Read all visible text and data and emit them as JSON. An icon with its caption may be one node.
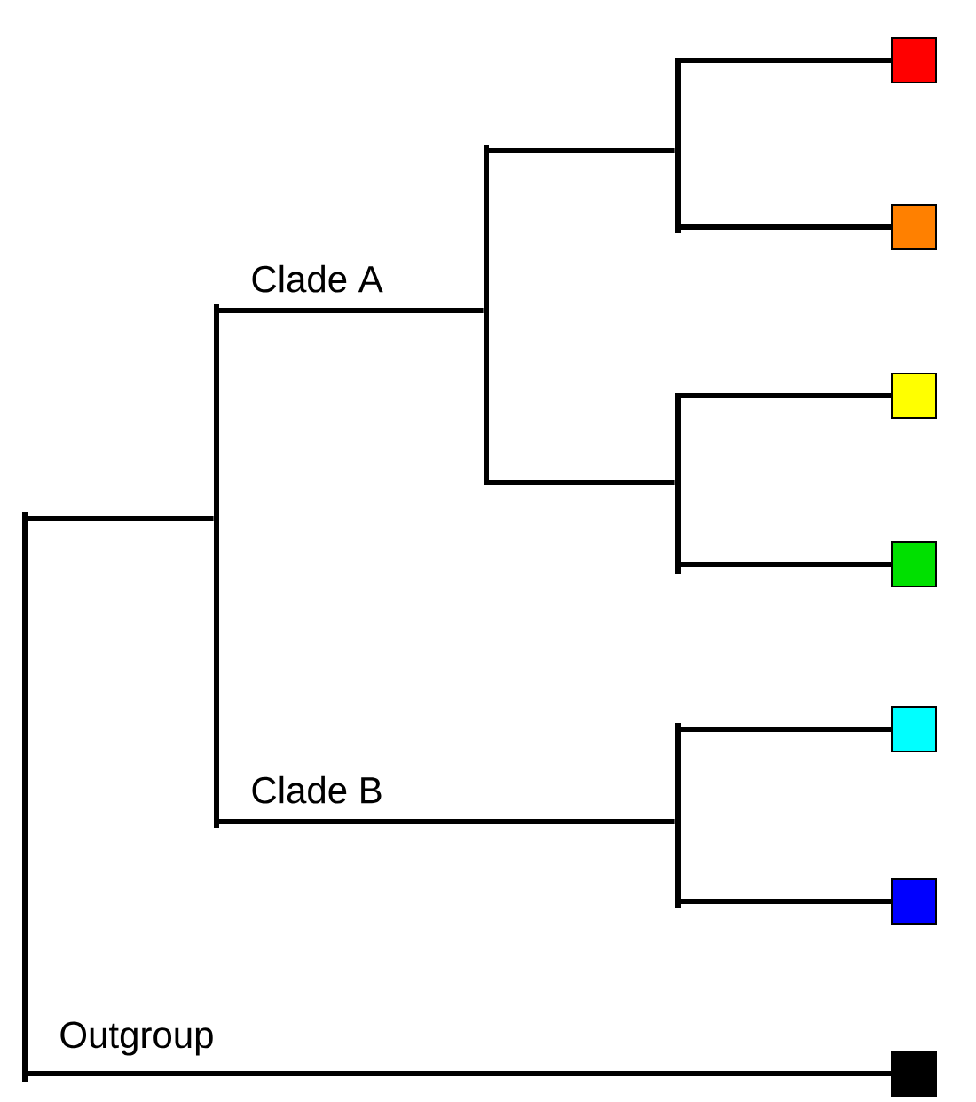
{
  "diagram": {
    "nodes": [
      {
        "text": [],
        "shape": "bar"
      },
      {
        "text": [],
        "shape": "bar"
      },
      {
        "text": [],
        "shape": "bar"
      },
      {
        "text": [],
        "shape": "bar"
      },
      {
        "text": [],
        "shape": "bar"
      },
      {
        "text": [],
        "shape": "bar"
      },
      {
        "text": [],
        "shape": "box"
      },
      {
        "text": [],
        "shape": "box"
      },
      {
        "text": [],
        "shape": "box"
      },
      {
        "text": [],
        "shape": "box"
      },
      {
        "text": [],
        "shape": "box"
      },
      {
        "text": [],
        "shape": "box"
      },
      {
        "text": [],
        "shape": "box"
      }
    ],
    "edges": [
      {
        "from": 0,
        "to": 1,
        "arrow": "none"
      },
      {
        "from": 0,
        "to": 12,
        "arrow": "none",
        "label": "Outgroup"
      },
      {
        "from": 1,
        "to": 2,
        "arrow": "none",
        "label": "Clade A"
      },
      {
        "from": 1,
        "to": 5,
        "arrow": "none",
        "label": "Clade B"
      },
      {
        "from": 2,
        "to": 3,
        "arrow": "none"
      },
      {
        "from": 2,
        "to": 4,
        "arrow": "none"
      },
      {
        "from": 3,
        "to": 6,
        "arrow": "none"
      },
      {
        "from": 3,
        "to": 7,
        "arrow": "none"
      },
      {
        "from": 4,
        "to": 8,
        "arrow": "none"
      },
      {
        "from": 4,
        "to": 9,
        "arrow": "none"
      },
      {
        "from": 5,
        "to": 10,
        "arrow": "none"
      },
      {
        "from": 5,
        "to": 11,
        "arrow": "none"
      }
    ]
  }
}
